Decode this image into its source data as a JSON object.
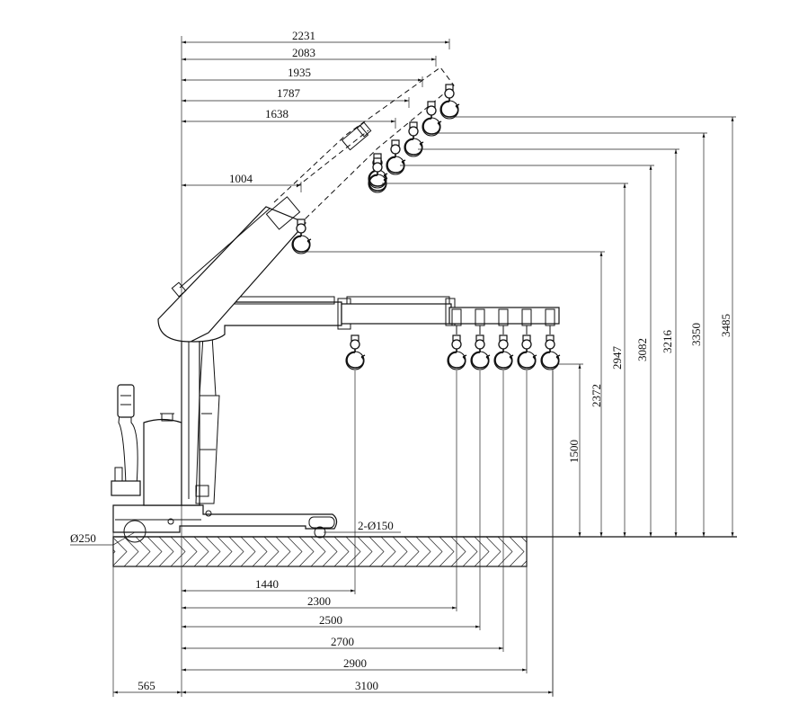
{
  "top_dimensions": [
    "2231",
    "2083",
    "1935",
    "1787",
    "1638",
    "1004"
  ],
  "right_dimensions": [
    "3485",
    "3350",
    "3216",
    "3082",
    "2947",
    "2372",
    "1500"
  ],
  "bottom_dimensions": [
    "1440",
    "2300",
    "2500",
    "2700",
    "2900",
    "3100",
    "565"
  ],
  "callouts": {
    "wheel_front": "2-Ø150",
    "wheel_rear": "Ø250"
  },
  "colors": {
    "line": "#111111",
    "background": "#ffffff"
  },
  "icons": [
    "hook-icon"
  ]
}
